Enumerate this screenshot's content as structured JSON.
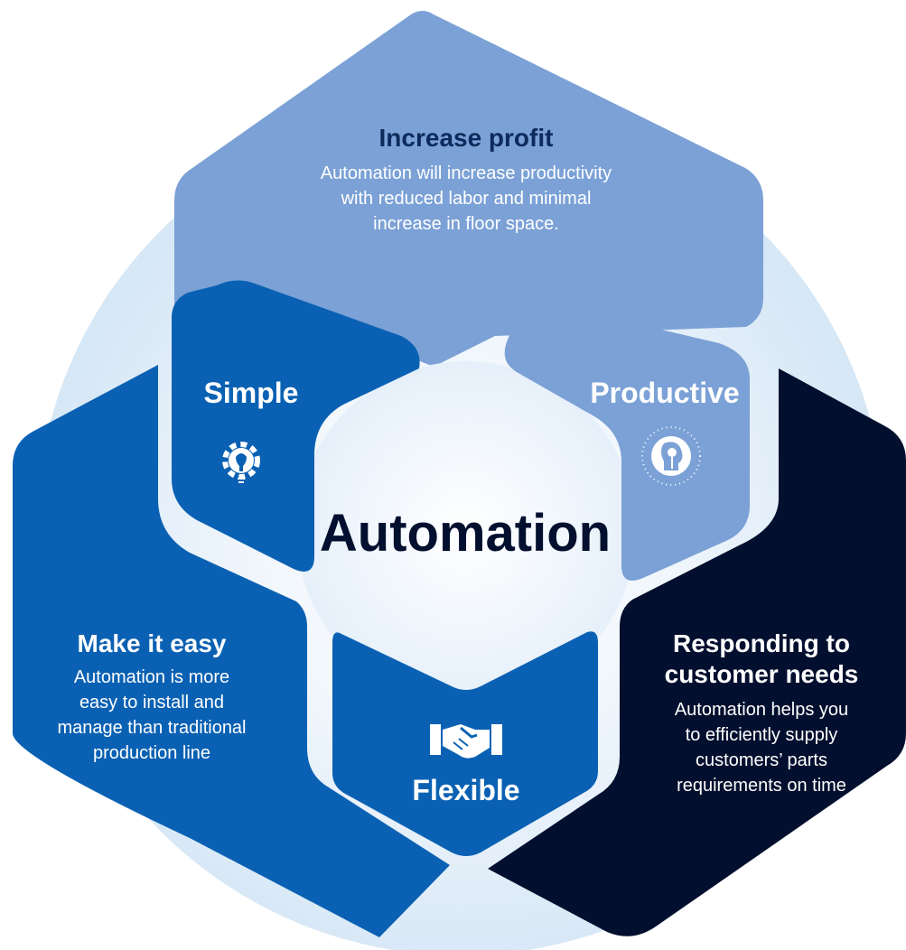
{
  "center": {
    "label": "Automation"
  },
  "segments": {
    "top": {
      "title": "Increase profit",
      "body": [
        "Automation will increase productivity",
        "with reduced labor and minimal",
        "increase in floor space."
      ]
    },
    "left": {
      "title": "Make it easy",
      "body": [
        "Automation is more",
        "easy to install and",
        "manage than traditional",
        "production line"
      ]
    },
    "right": {
      "title": [
        "Responding to",
        "customer needs"
      ],
      "body": [
        "Automation helps you",
        "to efficiently supply",
        "customers’ parts",
        "requirements on time"
      ]
    }
  },
  "inner": {
    "simple": {
      "label": "Simple",
      "icon": "gear-lightbulb-icon"
    },
    "productive": {
      "label": "Productive",
      "icon": "head-lightbulb-icon"
    },
    "flexible": {
      "label": "Flexible",
      "icon": "handshake-icon"
    }
  },
  "colors": {
    "light": "#7ba1d6",
    "medium": "#0a61b3",
    "dark": "#030f2e",
    "halo": "#dcebf8",
    "center_glow": "#f4f8fd"
  }
}
